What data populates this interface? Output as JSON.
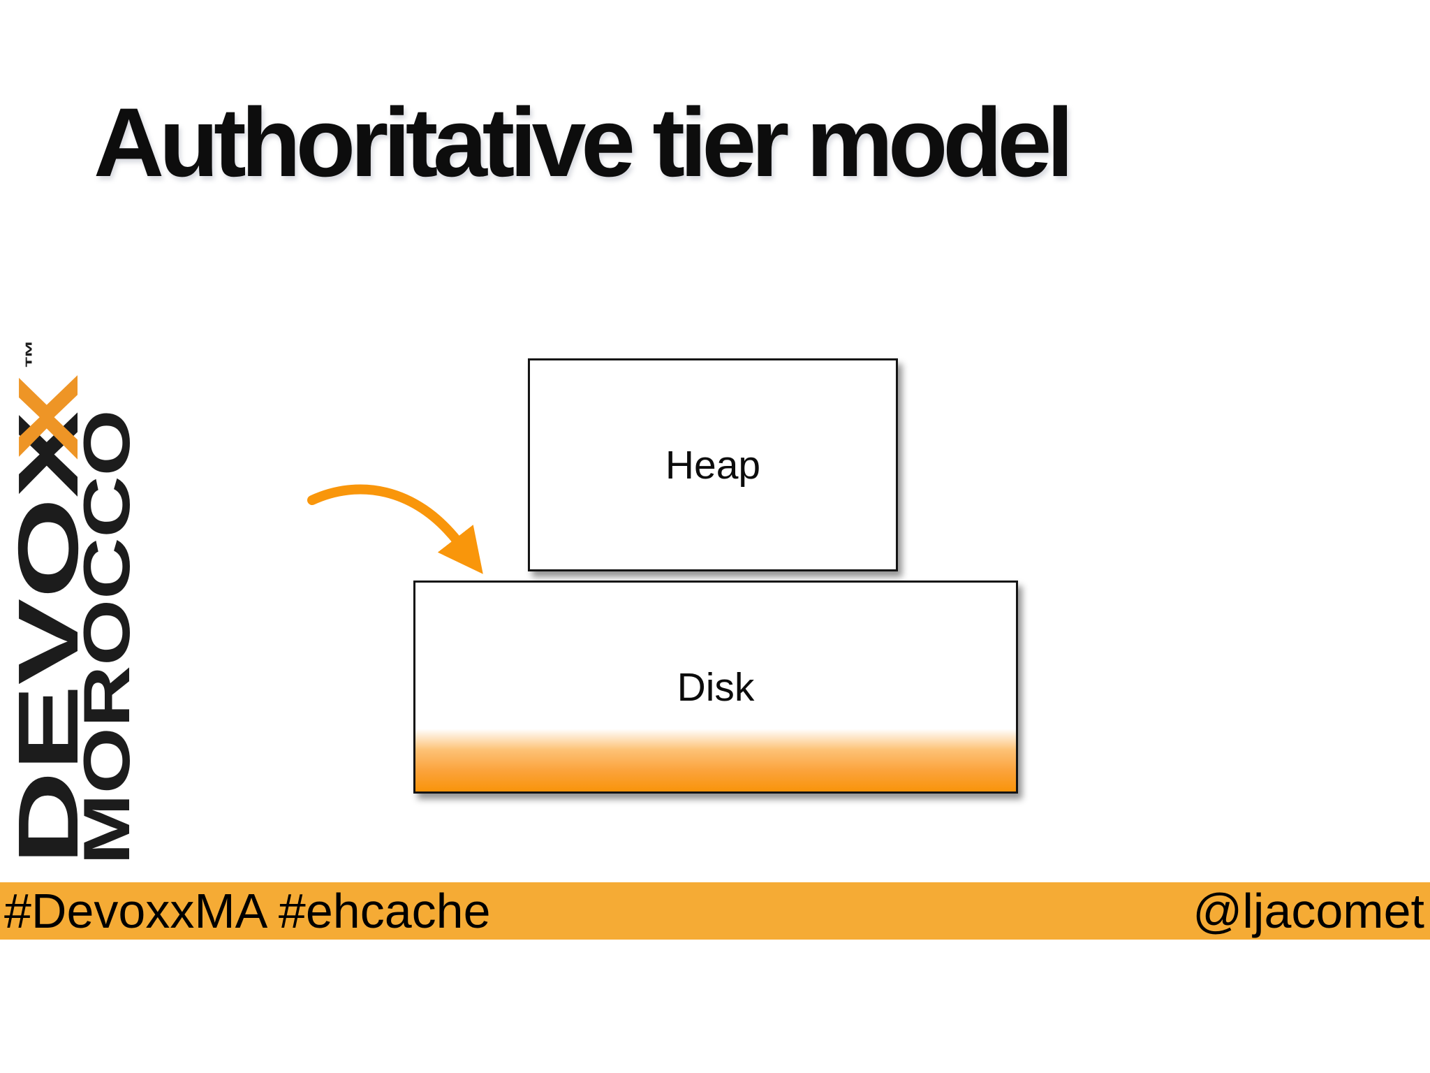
{
  "slide": {
    "title": "Authoritative tier model"
  },
  "logo": {
    "devoxx_main": "DEVOX",
    "devoxx_x_orange": "X",
    "trademark": "™",
    "morocco": "MOROCCO"
  },
  "diagram": {
    "tiers": [
      {
        "label": "Heap"
      },
      {
        "label": "Disk"
      }
    ]
  },
  "footer": {
    "left": "#DevoxxMA #ehcache",
    "right": "@ljacomet"
  },
  "colors": {
    "footer_bar": "#f5ab35",
    "arrow_orange": "#f9960b",
    "disk_gradient_bottom": "#f9940a",
    "logo_orange_x": "#ee9526",
    "logo_black": "#1c1c1c",
    "box_border": "#141414",
    "title_text": "#0d0d0d"
  }
}
